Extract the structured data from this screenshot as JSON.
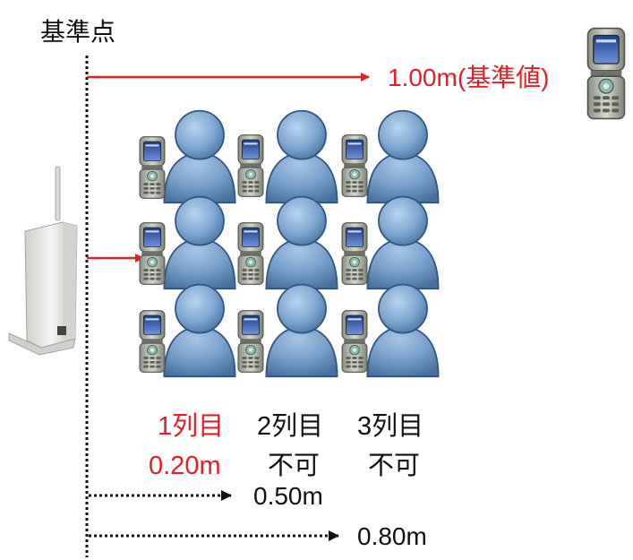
{
  "reference_point_label": "基準点",
  "reference": {
    "label": "1.00m(基準値)",
    "color": "#e31e24"
  },
  "columns": [
    {
      "title": "1列目",
      "result": "0.20m",
      "color": "#e31e24"
    },
    {
      "title": "2列目",
      "result": "不可",
      "color": "#111111"
    },
    {
      "title": "3列目",
      "result": "不可",
      "color": "#111111"
    }
  ],
  "distance_labels": {
    "d050": "0.50m",
    "d080": "0.80m"
  },
  "icons": {
    "person": "person-icon",
    "phone": "flip-phone-icon",
    "router": "wireless-router-icon"
  },
  "colors": {
    "accent_red": "#e31e24",
    "person_blue": "#6f9ac4",
    "text": "#111111"
  }
}
